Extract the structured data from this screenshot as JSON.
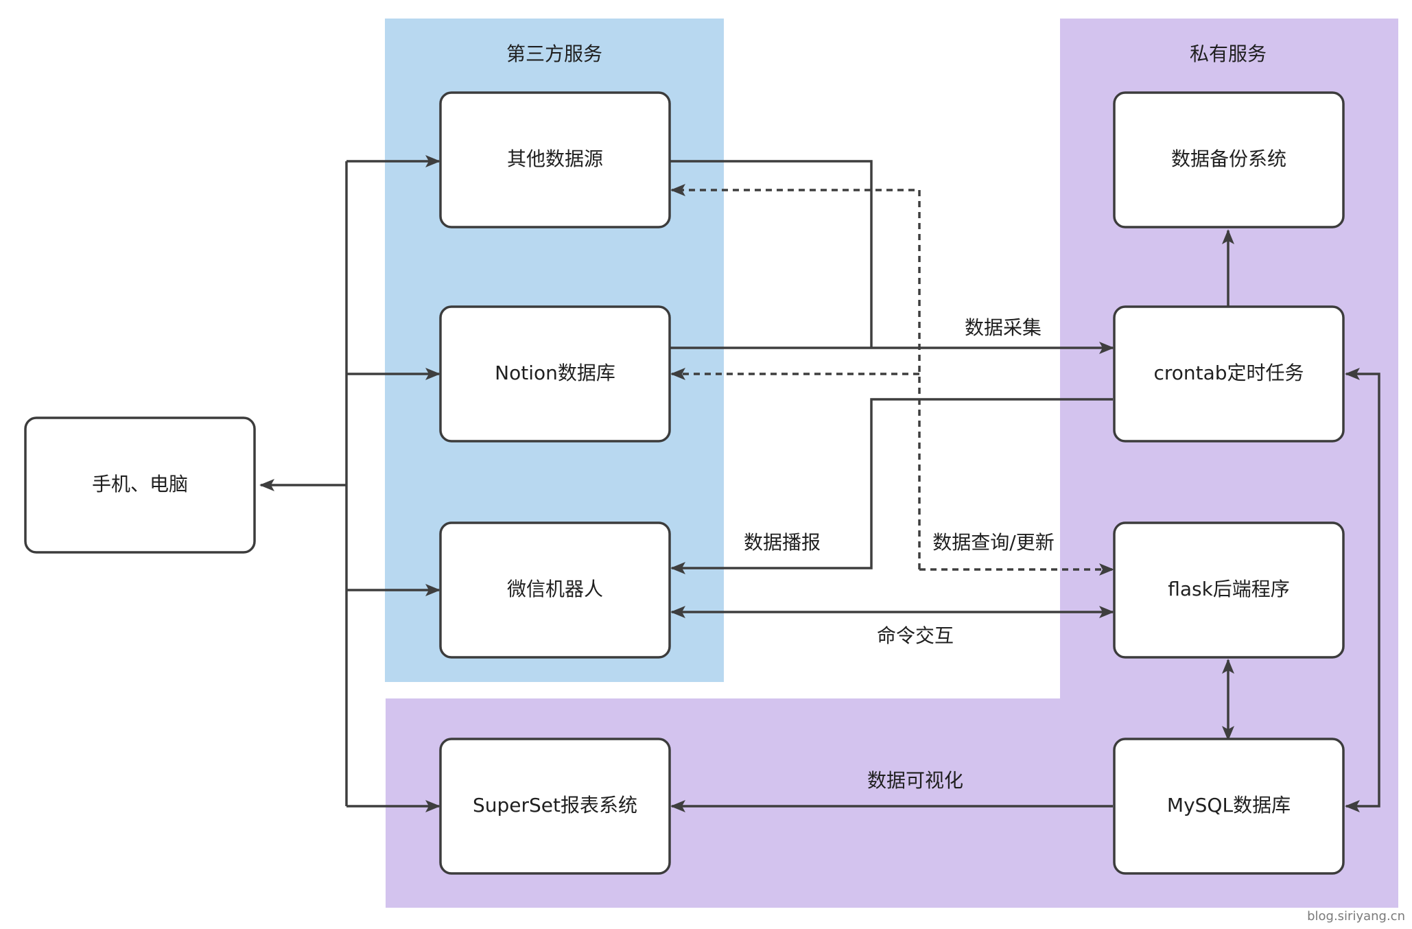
{
  "regions": {
    "third_party": {
      "label": "第三方服务",
      "color": "#b8d8f0"
    },
    "private": {
      "label": "私有服务",
      "color": "#d3c3ee"
    }
  },
  "nodes": {
    "phone_pc": "手机、电脑",
    "other_sources": "其他数据源",
    "notion_db": "Notion数据库",
    "wechat_bot": "微信机器人",
    "backup": "数据备份系统",
    "crontab": "crontab定时任务",
    "flask": "flask后端程序",
    "mysql": "MySQL数据库",
    "superset": "SuperSet报表系统"
  },
  "edges": {
    "collect": "数据采集",
    "broadcast": "数据播报",
    "query_update": "数据查询/更新",
    "command": "命令交互",
    "visualize": "数据可视化"
  },
  "watermark": "blog.siriyang.cn"
}
